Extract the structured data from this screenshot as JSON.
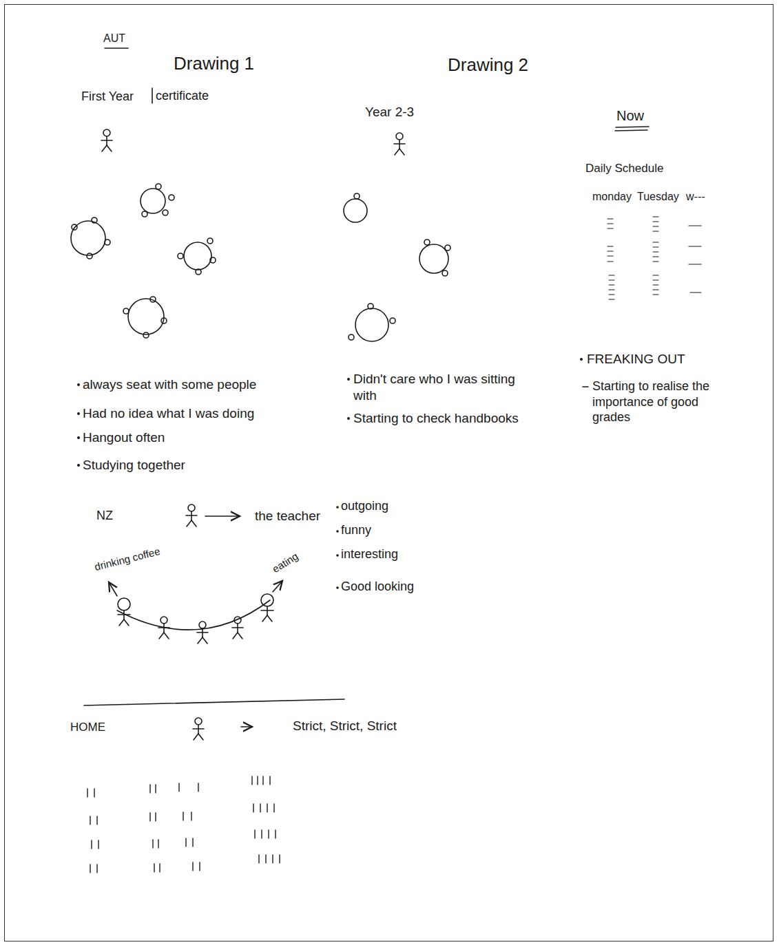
{
  "diagram": {
    "labels": [
      "AUT",
      "Drawing 1",
      "Drawing 2",
      "First Year",
      "certificate",
      "Year 2-3",
      "Now",
      "Daily Schedule",
      "monday",
      "Tuesday",
      "w---",
      "always seat with some people",
      "Had no idea what I was doing",
      "Hangout often",
      "Studying together",
      "Didn't care who I was sitting with",
      "Starting to check handbooks",
      "FREAKING OUT",
      "Starting to realise the importance of good grades",
      "NZ",
      "the teacher",
      "outgoing",
      "funny",
      "interesting",
      "Good looking",
      "drinking coffee",
      "eating",
      "HOME",
      "Strict, Strict, Strict"
    ]
  }
}
